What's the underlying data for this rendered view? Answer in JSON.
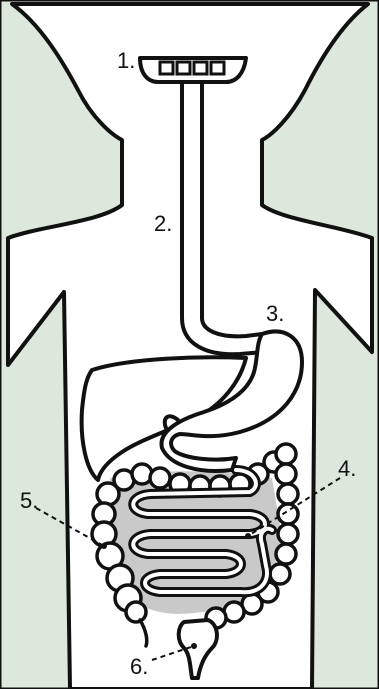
{
  "colors": {
    "background": "#dce8dc",
    "body_fill": "#ffffff",
    "outline": "#111111",
    "intestine_shade": "#c9c9c9"
  },
  "labels": {
    "mouth": "1.",
    "esophagus": "2.",
    "stomach": "3.",
    "small_intestine": "4.",
    "large_intestine": "5.",
    "rectum": "6."
  }
}
